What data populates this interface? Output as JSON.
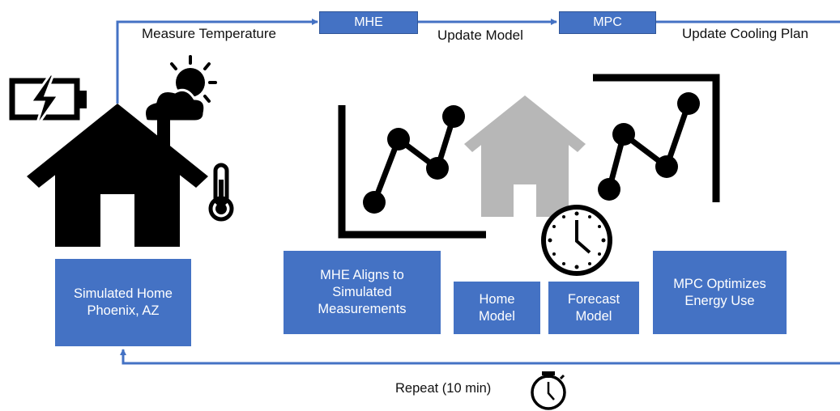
{
  "top_labels": {
    "measure": "Measure Temperature",
    "update_model": "Update Model",
    "update_plan": "Update Cooling Plan"
  },
  "tags": {
    "mhe": "MHE",
    "mpc": "MPC"
  },
  "boxes": {
    "simulated_home": "Simulated Home\nPhoenix, AZ",
    "mhe_aligns": "MHE Aligns to\nSimulated\nMeasurements",
    "home_model": "Home\nModel",
    "forecast_model": "Forecast\nModel",
    "mpc_optimizes": "MPC Optimizes\nEnergy Use"
  },
  "repeat_label": "Repeat (10 min)",
  "colors": {
    "accent": "#4472c4",
    "icon": "#000000",
    "house_gray": "#b7b7b7"
  },
  "icons": [
    "battery-charging-icon",
    "partly-cloudy-icon",
    "house-icon",
    "thermometer-icon",
    "line-chart-icon",
    "gray-house-icon",
    "forecast-chart-icon",
    "clock-icon",
    "stopwatch-icon"
  ]
}
